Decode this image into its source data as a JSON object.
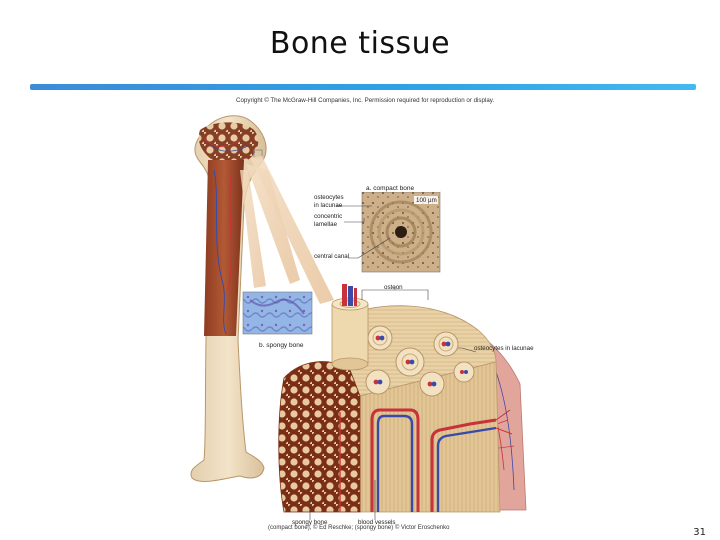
{
  "slide": {
    "title": "Bone tissue",
    "page_number": "31"
  },
  "figure": {
    "copyright": "Copyright © The McGraw-Hill Companies, Inc. Permission required for reproduction or display.",
    "credit": "(compact bone), © Ed Reschke; (spongy bone) © Victor Eroschenko",
    "panel_a_title": "a. compact bone",
    "panel_b_title": "b. spongy bone",
    "scale_bar": "100 µm",
    "labels": {
      "osteocytes_in_lacunae_line1": "osteocytes",
      "osteocytes_in_lacunae_line2": "in lacunae",
      "concentric_lamellae_line1": "concentric",
      "concentric_lamellae_line2": "lamellae",
      "central_canal": "central canal",
      "osteon": "osteon",
      "osteocytes_in_lacunae_right": "osteocytes in lacunae",
      "spongy_bone": "spongy bone",
      "blood_vessels": "blood vessels"
    }
  }
}
